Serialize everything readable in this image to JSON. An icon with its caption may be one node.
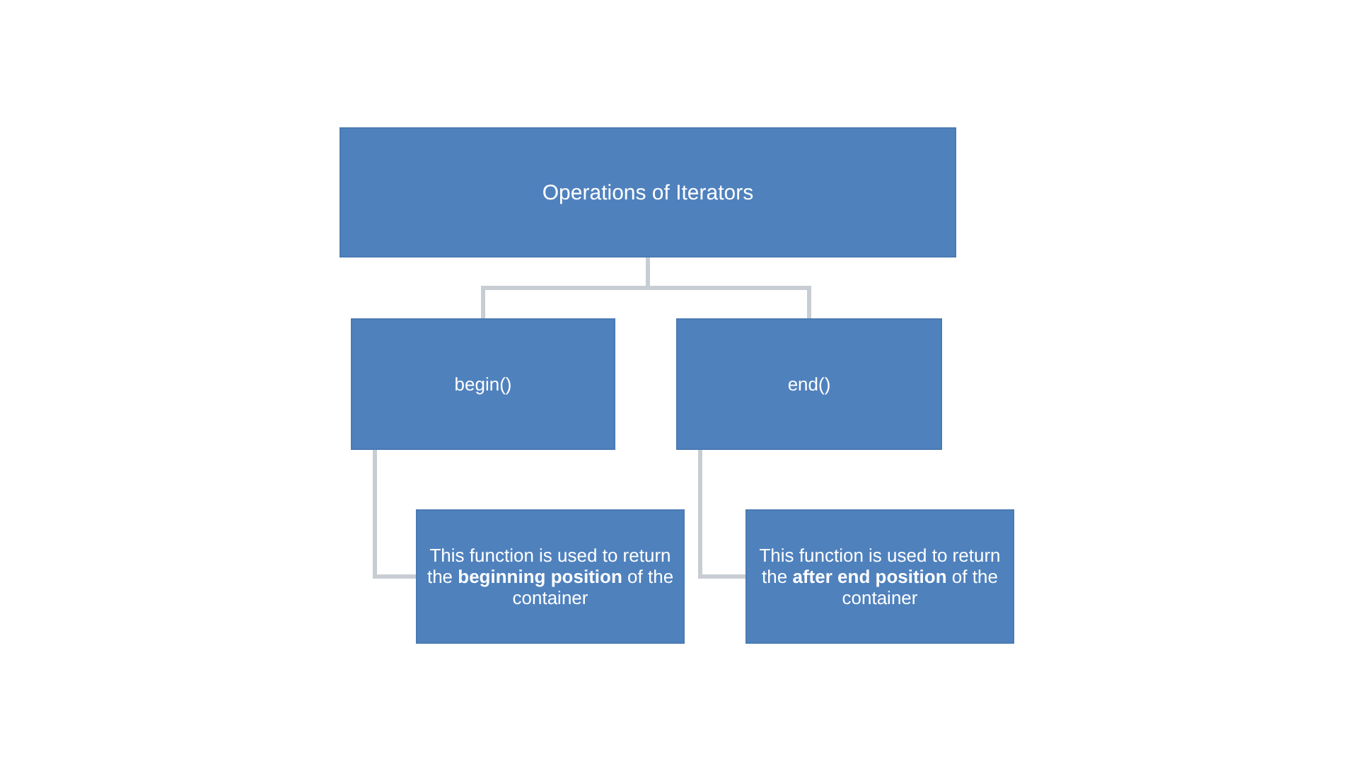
{
  "diagram": {
    "nodes": [
      {
        "text": [
          "Operations of Iterators"
        ]
      },
      {
        "text": [
          "begin()"
        ]
      },
      {
        "text": [
          "end()"
        ]
      },
      {
        "text": [
          "This function is used to return the **beginning position** of the container"
        ]
      },
      {
        "text": [
          "This function is used to return the **after end position** of the container"
        ]
      }
    ],
    "edges": [
      {
        "from": 0,
        "to": 1,
        "arrow": "none"
      },
      {
        "from": 0,
        "to": 2,
        "arrow": "none"
      },
      {
        "from": 1,
        "to": 3,
        "arrow": "none"
      },
      {
        "from": 2,
        "to": 4,
        "arrow": "none"
      }
    ]
  }
}
